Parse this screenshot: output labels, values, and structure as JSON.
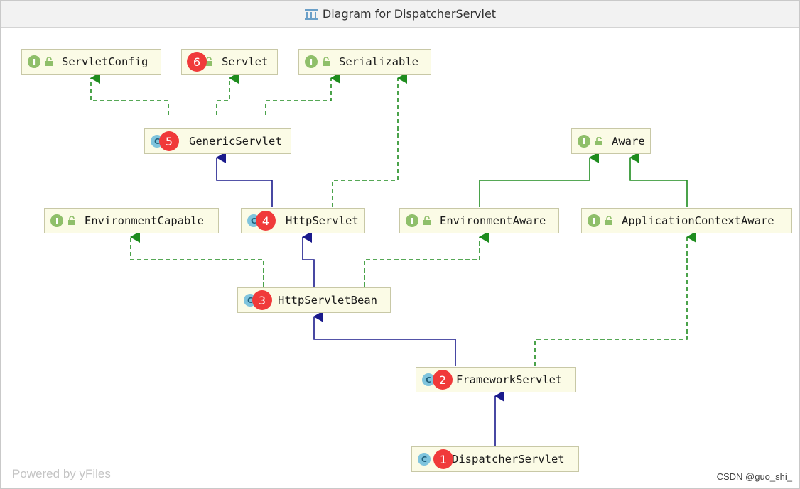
{
  "window": {
    "title": "Diagram for DispatcherServlet"
  },
  "nodes": {
    "servlet_config": {
      "kind": "I",
      "name": "ServletConfig"
    },
    "servlet": {
      "kind": "I",
      "name": "Servlet",
      "step": "6"
    },
    "serializable": {
      "kind": "I",
      "name": "Serializable"
    },
    "generic_servlet": {
      "kind": "C",
      "name": "GenericServlet",
      "step": "5"
    },
    "aware": {
      "kind": "I",
      "name": "Aware"
    },
    "environment_capable": {
      "kind": "I",
      "name": "EnvironmentCapable"
    },
    "http_servlet": {
      "kind": "C",
      "name": "HttpServlet",
      "step": "4"
    },
    "environment_aware": {
      "kind": "I",
      "name": "EnvironmentAware"
    },
    "application_context_aware": {
      "kind": "I",
      "name": "ApplicationContextAware"
    },
    "http_servlet_bean": {
      "kind": "C",
      "name": "HttpServletBean",
      "step": "3"
    },
    "framework_servlet": {
      "kind": "C",
      "name": "FrameworkServlet",
      "step": "2"
    },
    "dispatcher_servlet": {
      "kind": "C",
      "name": "DispatcherServlet",
      "step": "1"
    }
  },
  "colors": {
    "extends_edge": "#1a1a8c",
    "implements_edge": "#1e8c1e",
    "step_marker": "#f03a3a",
    "node_fill": "#fbfbe6"
  },
  "footer": {
    "powered_by": "Powered by yFiles",
    "watermark": "CSDN @guo_shi_"
  }
}
